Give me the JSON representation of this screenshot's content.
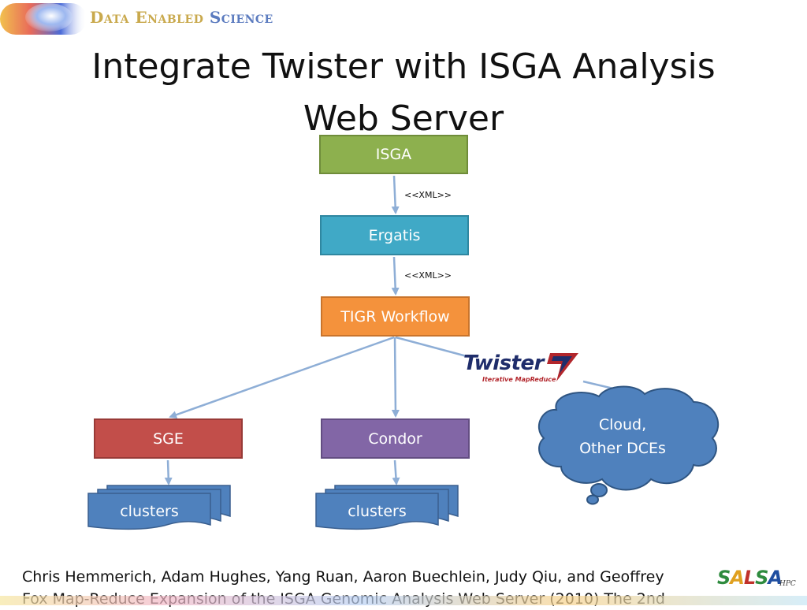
{
  "header": {
    "word1": "Data",
    "word2": "Enabled",
    "word3": "Science"
  },
  "title": {
    "line1": "Integrate Twister with ISGA Analysis",
    "line2": "Web Server"
  },
  "diagram": {
    "nodes": {
      "isga": "ISGA",
      "ergatis": "Ergatis",
      "tigr": "TIGR Workflow",
      "sge": "SGE",
      "condor": "Condor"
    },
    "edge_labels": {
      "isga_ergatis": "<<XML>>",
      "ergatis_tigr": "<<XML>>"
    },
    "clusters": {
      "left": "clusters",
      "right": "clusters"
    },
    "cloud": {
      "line1": "Cloud,",
      "line2": "Other DCEs"
    },
    "twister": {
      "word": "Twister",
      "subtitle": "Iterative MapReduce"
    },
    "colors": {
      "isga": "#8db04e",
      "ergatis": "#40a9c6",
      "tigr": "#f4923c",
      "sge": "#c24e4a",
      "condor": "#8266a6",
      "clusters": "#4f81bd",
      "cloud": "#4f81bd",
      "arrow": "#8eaed6"
    }
  },
  "citation": {
    "line1": "Chris Hemmerich, Adam Hughes, Yang Ruan, Aaron Buechlein, Judy Qiu, and Geoffrey",
    "line2": "Fox  Map-Reduce Expansion of the ISGA Genomic Analysis Web Server (2010) The 2nd"
  },
  "footer_logo": {
    "letters": [
      "S",
      "A",
      "L",
      "S",
      "A"
    ],
    "suffix": "HPC"
  }
}
